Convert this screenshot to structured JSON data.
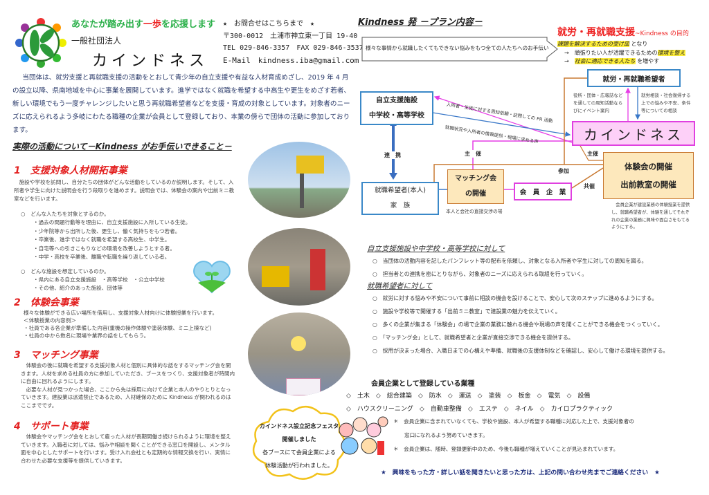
{
  "header": {
    "tagline_a": "あなたが踏み出す",
    "tagline_b": "一歩",
    "tagline_c": "を応援します",
    "org_type": "一般社団法人",
    "org_name": "カインドネス",
    "logo_letter": "K"
  },
  "contact": {
    "title": "★　お問合せはこちらまで　★",
    "address": "〒300-0012　土浦市神立東一丁目 19-40",
    "tel": "TEL 029-846-3357　FAX 029-846-3537",
    "email": "E-Mail　kindness.iba@gmail.com"
  },
  "intro": "当団体は、就労支援と再就職支援の活動をとおして青少年の自立支援や有益な人材育成めざし、2019 年 4 月の設立以降、県南地域を中心に事業を展開しています。進学ではなく就職を希望する中高生や更生をめざす若者、新しい環境でもう一度チャレンジしたいと思う再就職希望者などを支援・育成の対象としています。対象者のニーズに応えられるよう多岐にわたる職種の企業が会員として登録しており、本業の傍らで団体の活動に参加しております。",
  "activities_heading": "実際の活動について－Kindness がお手伝いできること－",
  "sections": [
    {
      "title": "1　支援対象人材開拓事業",
      "body": "施設や学校を訪問し、自分たちの団体がどんな活動をしているのか説明します。そして、入所者や学生に向けた説明会を行う段取りを進めます。説明会では、体験会の案内や出前ミニ教室などを行います。",
      "q1": "○　どんな人たちを対象とするのか。",
      "q1_items": [
        "・過去の問題行動等を理由に、自立支援施設に入所している生徒。",
        "・少年院等から出所した後、更生し、働く気持ちをもつ若者。",
        "・卒業後、進学ではなく就職を希望する高校生、中学生。",
        "・自宅等への引きこもりなどの環境を改善しようとする者。",
        "・中学・高校を卒業後、離職や転職を繰り返している者。"
      ],
      "q2": "○　どんな施設を想定しているのか。",
      "q2_items": [
        "・県内にある自立支援施設　・高等学校　・公立中学校",
        "・その他、紹介のあった施設、団体等"
      ]
    },
    {
      "title": "2　体験会事業",
      "body": "様々な体験ができる広い場所を借用し、支援対象人材向けに体験授業を行います。",
      "items": [
        "＜体験授業の内容例＞",
        "・社員である各企業が準備した内容(重機の操作体験や塗装体験、ミニ上棟など)",
        "・社員の中から数名に現場や業界の話をしてもらう。"
      ]
    },
    {
      "title": "3　マッチング事業",
      "body": "体験会の後に就職を希望する支援対象人材と個別に具体的な話をするマッチング会を開きます。人材を求める社員の方に参加していただき、ブースをつくり、支援対象者が時間内に自由に回れるようにします。",
      "body2": "必要な人材が見つかった場合、ここから先は採用に向けて企業と本人のやりとりとなっていきます。建設業は派遣禁止であるため、人材確保のために Kindness が関われるのはここまでです。"
    },
    {
      "title": "4　サポート事業",
      "body": "体験会やマッチング会をとおして雇った人材が長期間働き続けられるように環境を整えていきます。入職者に対しては、悩みや相談を聞くことができる窓口を開設し、メンタル面を中心としたサポートを行います。受け入れ会社とも定期的な情報交換を行い、実情に合わせた必要な支援等を提供していきます。"
    }
  ],
  "festa": {
    "line1": "カインドネス設立記念フェスタ",
    "line2": "開催しました",
    "line3": "各ブースにて会員企業による",
    "line4": "体験活動が行われました。"
  },
  "plan": {
    "title": "Kindness 発 －プラン内容－",
    "arrow_text": "様々な事情から就職したくてもできない悩みをもつ全ての人たちへのお手伝い",
    "goal_title": "就労・再就職支援",
    "goal_sub": "~Kindness の目的",
    "goal_l1_hl": "課題を解決するための受け皿",
    "goal_l1": " となり",
    "goal_l2": "→　頑張りたい人が活躍できるための",
    "goal_l2_hl": "環境を整え",
    "goal_l3": "→　",
    "goal_l3_hl": "社会に適応できる人たち",
    "goal_l3_end": " を増やす"
  },
  "diagram": {
    "seekers": "就労・再就職希望者",
    "facility_l1": "自立支援施設",
    "facility_l2": "中学校・高等学校",
    "kindness": "カインドネス",
    "note_left": "役所・団体・広報誌などを通しての周知活動ならびにイベント案内",
    "note_right": "就労相談・社会復帰する上での悩みや不安、条件等についての相談",
    "pink_arrow": "入所者・生徒に対する周知依頼・訪問しての PR 活動",
    "blue_arrow": "就職状況や入所者の情報提供・現場に求める声",
    "renkei": "連　携",
    "shusai1": "主　催",
    "shusai2": "主催",
    "sanka": "参加",
    "kyosai": "共催",
    "taiken_l1": "体験会の開催",
    "taiken_l2": "出前教室の開催",
    "matching_l1": "マッチング会",
    "matching_l2": "の開催",
    "members": "会　員　企　業",
    "person_l1": "就職希望者(本人)",
    "person_l2": "家　族",
    "matching_note": "本人と会社の直接交渉の場",
    "taiken_note": "会員企業が建設業務の体験授業を提供し、就職希望者が、体験を通してそれぞれの企業の業務に興味や面白さをもてるようにする。"
  },
  "policies": {
    "h1": "自立支援施設や中学校・高等学校に対して",
    "p1": [
      "○　当団体の活動内容を記したパンフレット等の配布を依頼し、対象となる入所者や学生に対しての周知を図る。",
      "○　担当者との連携を密にとりながら、対象者のニーズに応えられる取組を行っていく。"
    ],
    "h2": "就職希望者に対して",
    "p2": [
      "○　就労に対する悩みや不安について事前に相談の機会を設けることで、安心して次のステップに進めるようにする。",
      "○　施設や学校等で開催する「出前ミニ教室」で建設業の魅力を伝えていく。",
      "○　多くの企業が集まる「体験会」の場で企業の業務に触れる機会や現場の声を聞くことができる機会をつくっていく。",
      "○　「マッチング会」として、就職希望者と企業が直接交渉できる機会を提供する。",
      "○　採用が決まった場合、入職日までの心構えや準備、就職後の支援体制などを確認し、安心して働ける環境を提供する。"
    ]
  },
  "industries": {
    "title": "会員企業として登録している業種",
    "row1": "◇　土木　◇　総合建築　◇　防水　◇　運送　◇　塗装　◇　板金　◇　電気　◇　設備",
    "row2": "◇　ハウスクリーニング　◇　自動車整備　◇　エステ　◇　ネイル　◇　カイロプラクティック",
    "note1": "＊　会員企業に含まれていなくても、学校や施設、本人が希望する職種に対応した上で、支援対象者の",
    "note1b": "窓口になれるよう努めていきます。",
    "note2": "＊　会員企業は、随時、登録更新中のため、今後も職種が増えていくことが見込まれています。"
  },
  "footer": "★　興味をもった方・詳しい話を聞きたいと思った方は、上記の問い合わせ先までご連絡ください　★"
}
